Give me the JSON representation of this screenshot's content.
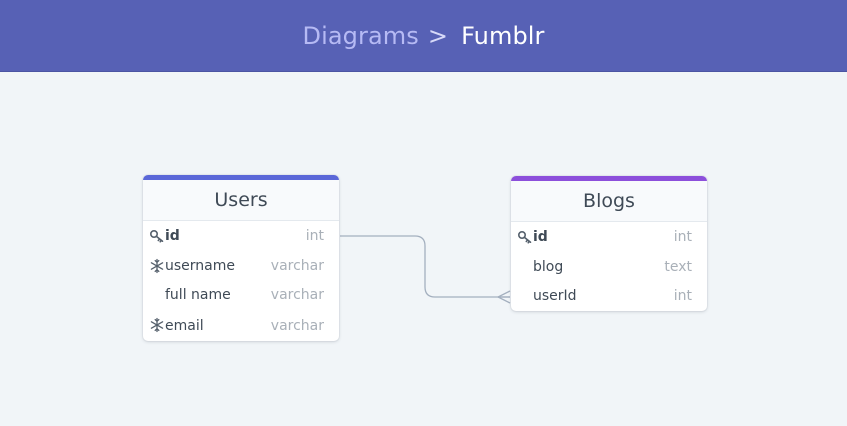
{
  "header": {
    "breadcrumb_parent": "Diagrams",
    "breadcrumb_separator": ">",
    "breadcrumb_current": "Fumblr"
  },
  "tables": [
    {
      "title": "Users",
      "accent": "#5a67d8",
      "fields": [
        {
          "name": "id",
          "type": "int",
          "icon": "key-icon",
          "primary": true
        },
        {
          "name": "username",
          "type": "varchar",
          "icon": "snowflake-icon",
          "primary": false
        },
        {
          "name": "full name",
          "type": "varchar",
          "icon": "",
          "primary": false
        },
        {
          "name": "email",
          "type": "varchar",
          "icon": "snowflake-icon",
          "primary": false
        }
      ]
    },
    {
      "title": "Blogs",
      "accent": "#8c4fdb",
      "fields": [
        {
          "name": "id",
          "type": "int",
          "icon": "key-icon",
          "primary": true
        },
        {
          "name": "blog",
          "type": "text",
          "icon": "",
          "primary": false
        },
        {
          "name": "userId",
          "type": "int",
          "icon": "",
          "primary": false
        }
      ]
    }
  ],
  "relationship": {
    "from": "Users.id",
    "to": "Blogs.userId",
    "kind": "one-to-many"
  },
  "colors": {
    "header_bg": "#5761b5",
    "canvas_bg": "#f1f5f8",
    "connector": "#a4b0bf"
  }
}
